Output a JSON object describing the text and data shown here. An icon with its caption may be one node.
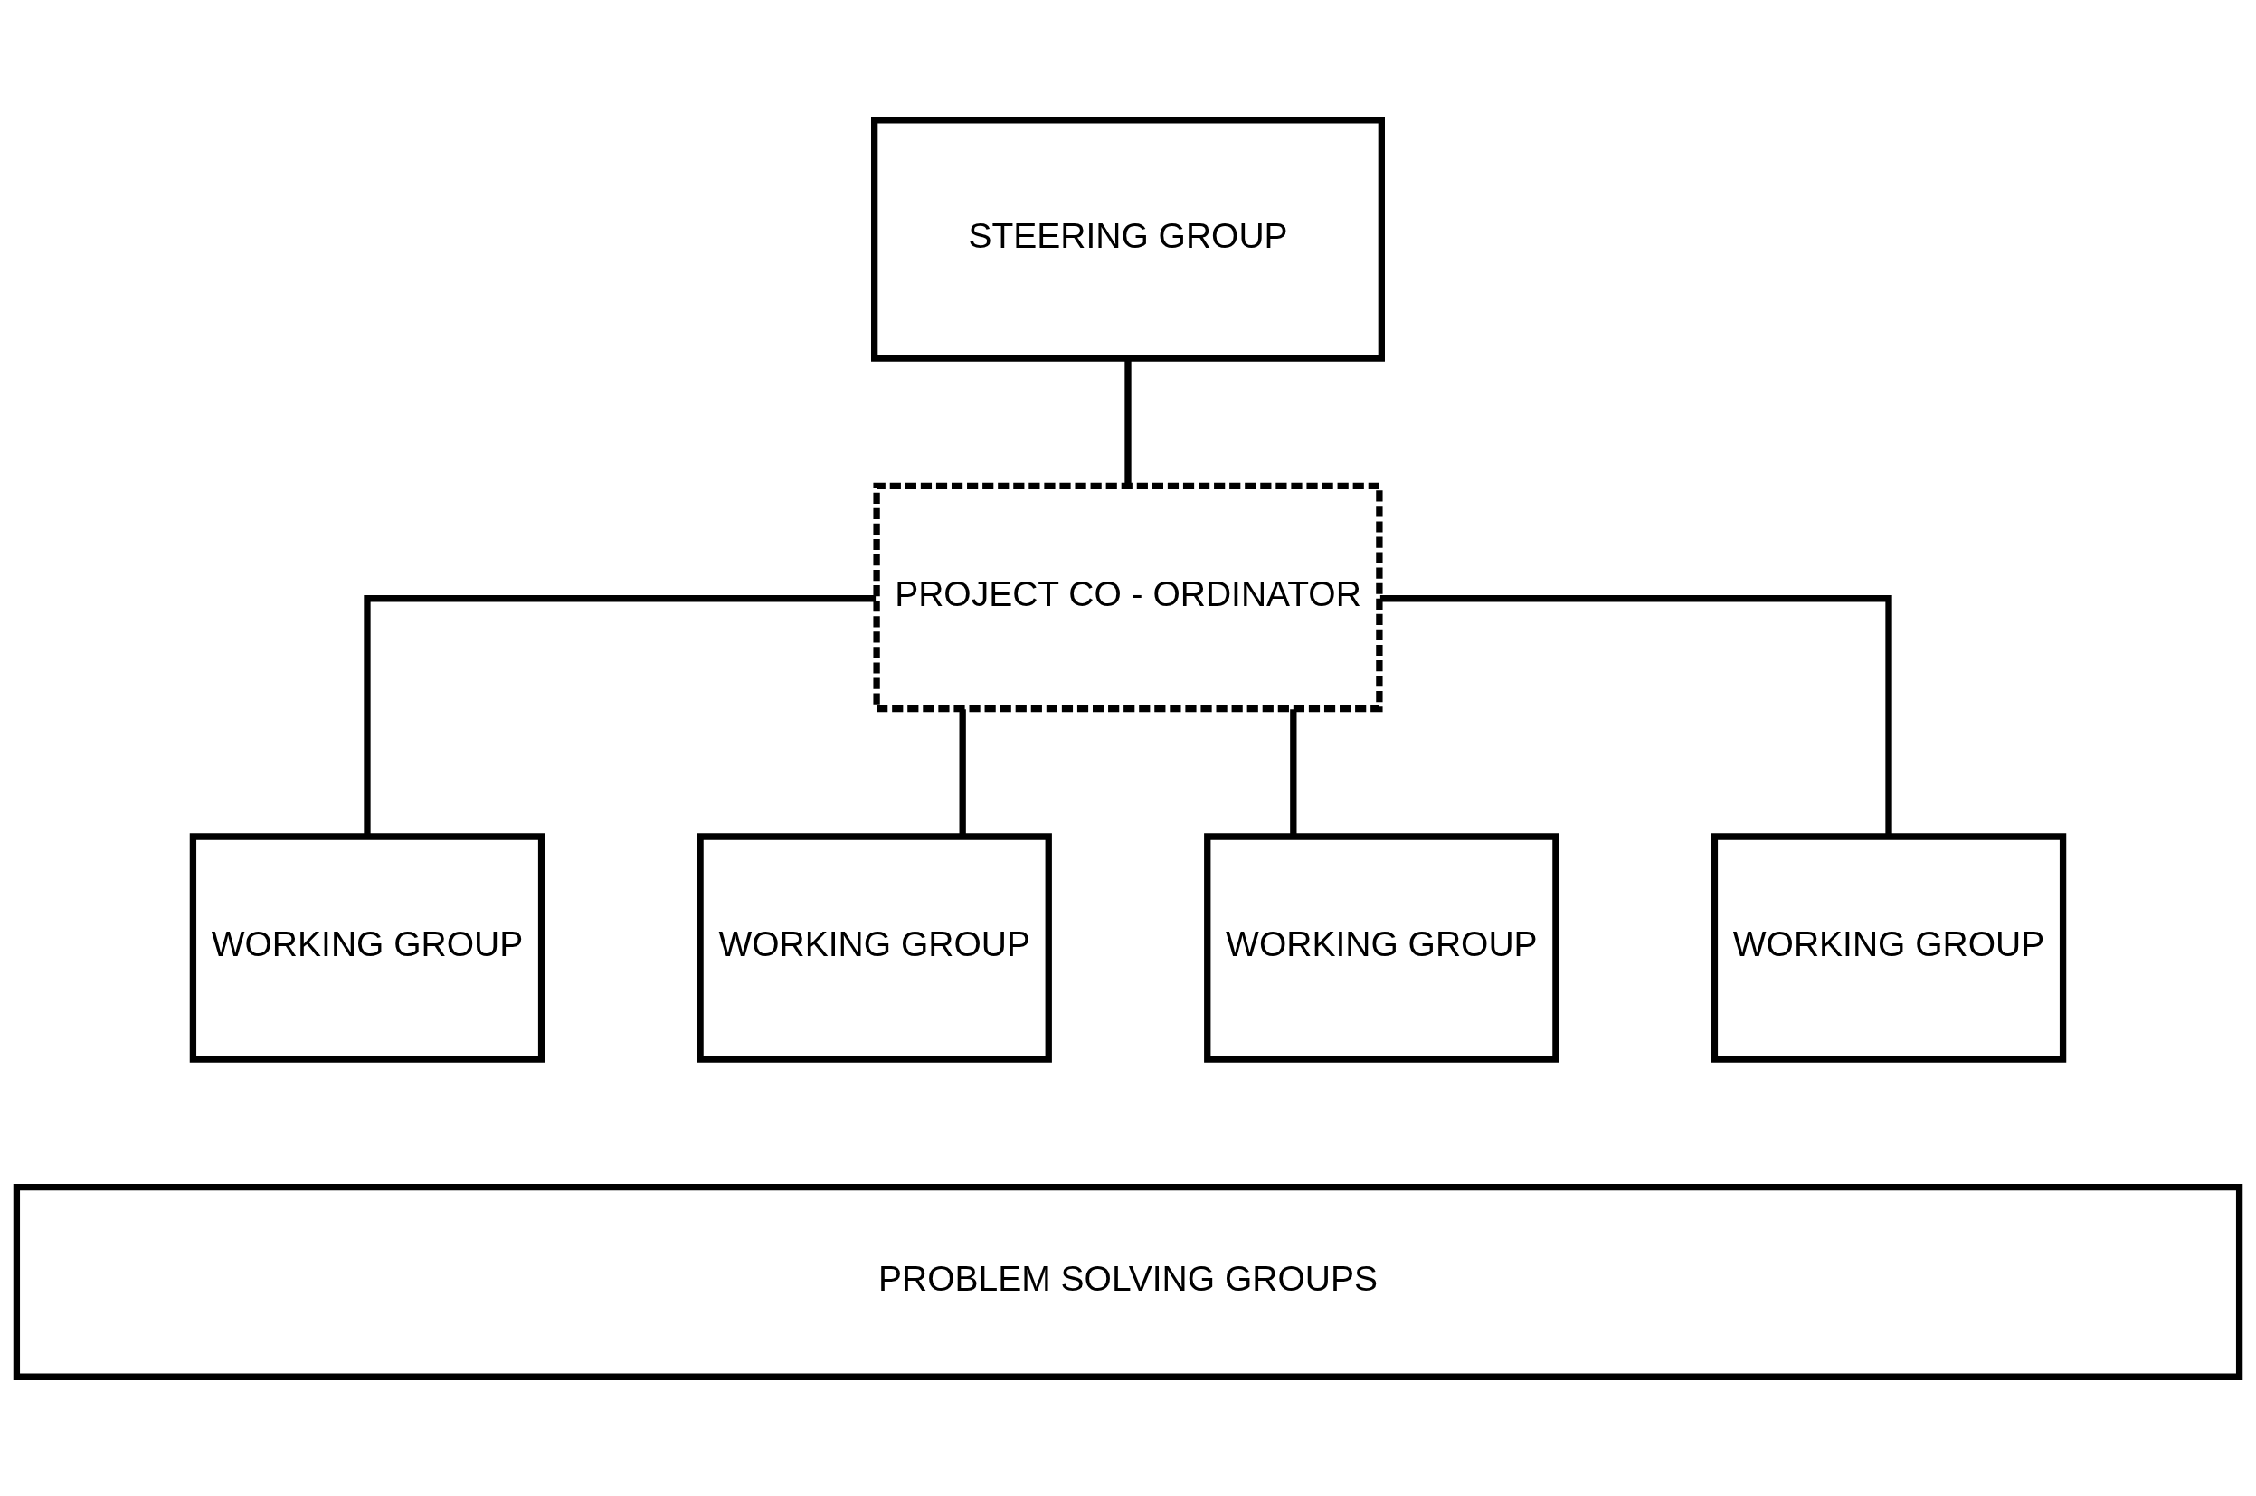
{
  "diagram": {
    "nodes": [
      {
        "text": [
          "STEERING GROUP"
        ]
      },
      {
        "text": [
          "PROJECT CO - ORDINATOR"
        ]
      },
      {
        "text": [
          "WORKING GROUP"
        ]
      },
      {
        "text": [
          "WORKING GROUP"
        ]
      },
      {
        "text": [
          "WORKING GROUP"
        ]
      },
      {
        "text": [
          "WORKING GROUP"
        ]
      },
      {
        "text": [
          "PROBLEM SOLVING GROUPS"
        ]
      }
    ],
    "edges": [
      {
        "from": 0,
        "to": 1,
        "arrow": "none"
      },
      {
        "from": 1,
        "to": 2,
        "arrow": "none"
      },
      {
        "from": 1,
        "to": 3,
        "arrow": "none"
      },
      {
        "from": 1,
        "to": 4,
        "arrow": "none"
      },
      {
        "from": 1,
        "to": 5,
        "arrow": "none"
      }
    ]
  }
}
